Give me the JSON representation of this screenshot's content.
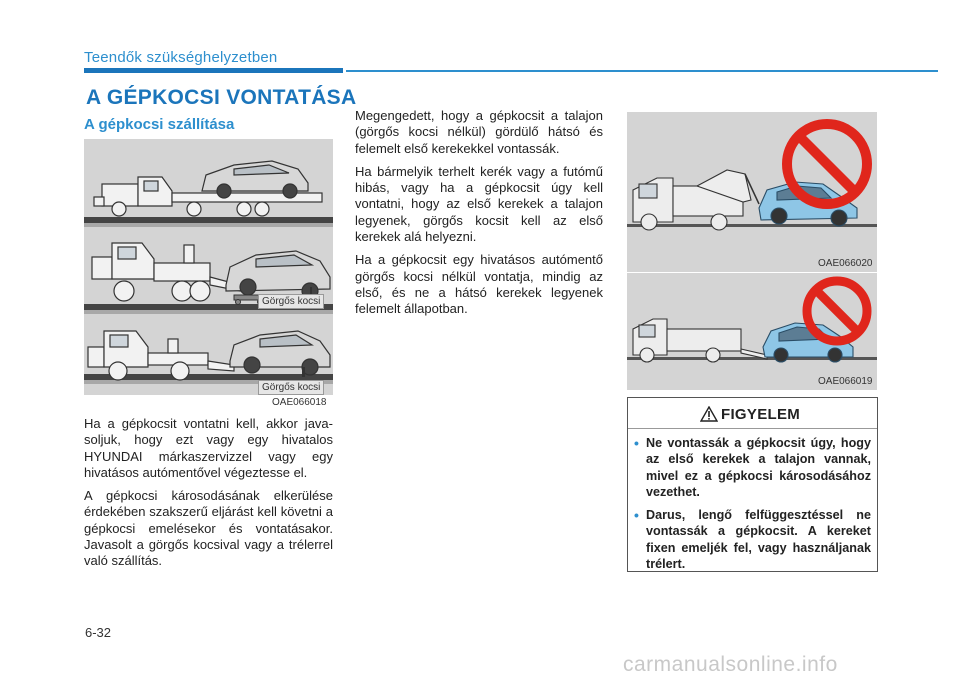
{
  "header": {
    "section_title": "Teendők szükséghelyzetben",
    "main_heading": "A GÉPKOCSI VONTATÁSA",
    "sub_heading": "A gépkocsi szállítása"
  },
  "left_figure": {
    "dolly_label_1": "Görgős kocsi",
    "dolly_label_2": "Görgős kocsi",
    "code": "OAE066018"
  },
  "left_text": [
    "Ha a gépkocsit vontatni kell, akkor java­soljuk, hogy ezt vagy egy hivatalos HYUNDAI márkaszervizzel vagy egy hivatásos autómentővel végeztesse el.",
    "A gépkocsi károsodásának elkerülése érdekében szakszerű eljárást kell kö­vetni a gépkocsi emelésekor és vonta­tásakor. Javasolt a görgős kocsival vagy a trélerrel való szállítás."
  ],
  "middle_text": [
    "Megengedett, hogy a gépkocsit a talajon (görgős kocsi nélkül) gördülő hátsó és felemelt első kerekekkel vontassák.",
    "Ha bármelyik terhelt kerék vagy a futó­mű hibás, vagy ha a gépkocsit úgy kell vontatni, hogy az első kerekek a talajon legyenek, görgős kocsit kell az első kerekek alá helyezni.",
    "Ha a gépkocsit egy hivatásos autómentő görgős kocsi nélkül vontatja, mindig az első, és ne a hátsó kerekek legyenek felemelt állapotban."
  ],
  "right_figures": {
    "top_code": "OAE066020",
    "bottom_code": "OAE066019"
  },
  "warning": {
    "title": "FIGYELEM",
    "items": [
      "Ne vontassák a gépkocsit úgy, hogy az első kerekek a talajon vannak, mivel ez a gépkocsi káro­sodásához vezethet.",
      "Darus, lengő felfüggesztéssel ne vontassák a gépkocsit. A kereket fixen emeljék fel, vagy használja­nak trélert."
    ]
  },
  "footer": {
    "page_number": "6-32",
    "watermark": "carmanualsonline.info"
  },
  "colors": {
    "accent": "#1b75bb",
    "accent_light": "#2d8fce",
    "prohibition_red": "#e0261c"
  }
}
